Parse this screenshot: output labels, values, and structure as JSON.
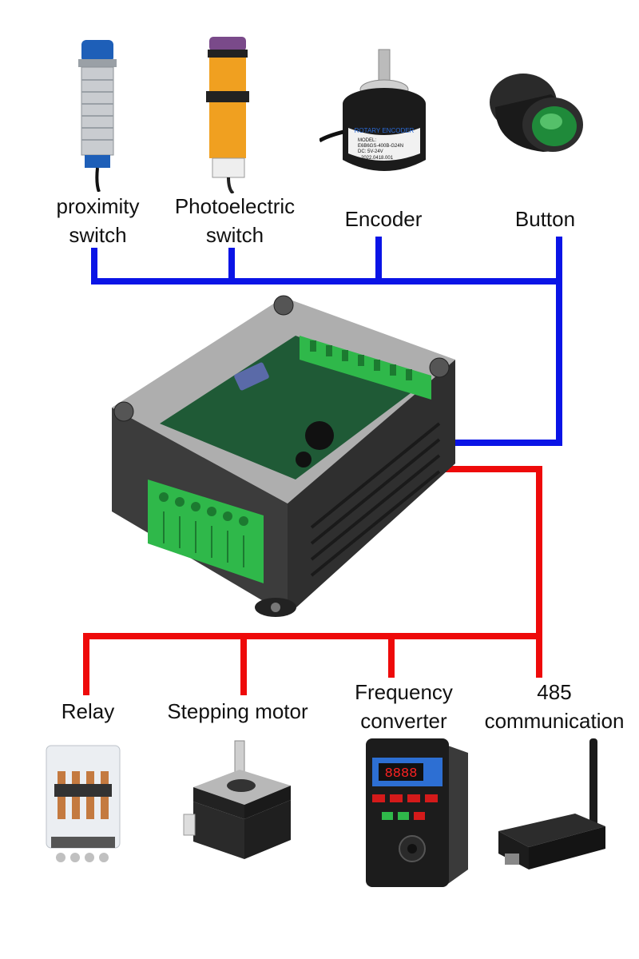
{
  "inputs": [
    {
      "name": "proximity-switch",
      "lines": [
        "proximity",
        "switch"
      ],
      "icon": "proximity-sensor-icon"
    },
    {
      "name": "photoelectric-switch",
      "lines": [
        "Photoelectric",
        "switch"
      ],
      "icon": "photoelectric-sensor-icon"
    },
    {
      "name": "encoder",
      "lines": [
        "Encoder"
      ],
      "icon": "rotary-encoder-icon"
    },
    {
      "name": "button",
      "lines": [
        "Button"
      ],
      "icon": "push-button-icon"
    }
  ],
  "outputs": [
    {
      "name": "relay",
      "lines": [
        "Relay"
      ],
      "icon": "relay-icon"
    },
    {
      "name": "stepping-motor",
      "lines": [
        "Stepping motor"
      ],
      "icon": "stepper-motor-icon"
    },
    {
      "name": "frequency-converter",
      "lines": [
        "Frequency",
        "converter"
      ],
      "icon": "frequency-inverter-icon"
    },
    {
      "name": "485-communication",
      "lines": [
        "485",
        "communication"
      ],
      "icon": "rs485-module-icon"
    }
  ],
  "controller": {
    "icon": "plc-board-icon"
  },
  "colors": {
    "input_bus": "#0a14e6",
    "output_bus": "#ee0a0a",
    "terminal_green": "#2fb84a",
    "enclosure": "#4a4a4a"
  },
  "device_text": {
    "encoder_band": "ROTARY ENCODER",
    "encoder_model": "MODEL:",
    "encoder_model_no": "E6B6GS-400B-G24N",
    "encoder_voltage": "DC: 5V-24V",
    "encoder_date": "2022.0418.001",
    "inverter_display": "8888"
  }
}
